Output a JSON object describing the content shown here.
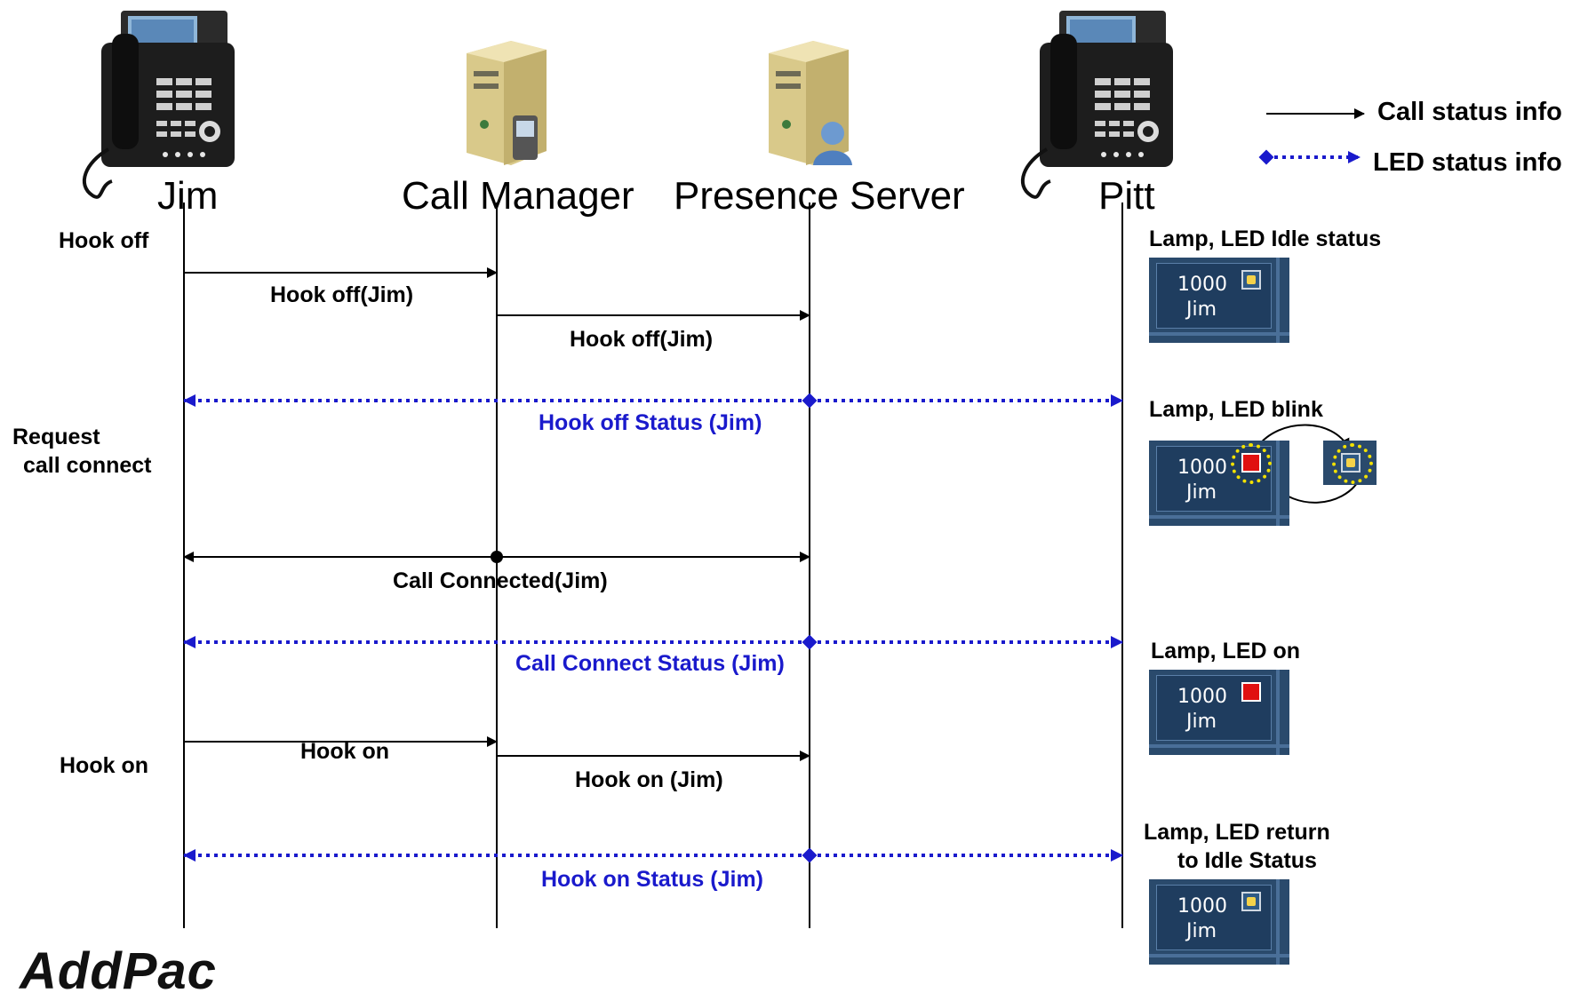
{
  "actors": {
    "jim": "Jim",
    "call_manager": "Call Manager",
    "presence_server": "Presence Server",
    "pitt": "Pitt"
  },
  "legend": {
    "call_status": "Call status info",
    "led_status": "LED status info"
  },
  "side_labels": {
    "hook_off": "Hook off",
    "request_line1": "Request",
    "request_line2": "call connect",
    "hook_on": "Hook on"
  },
  "messages": {
    "m1": "Hook off(Jim)",
    "m2": "Hook off(Jim)",
    "m3": "Hook off Status (Jim)",
    "m4": "Call Connected(Jim)",
    "m5": "Call Connect Status (Jim)",
    "m6": "Hook on",
    "m7": "Hook on (Jim)",
    "m8": "Hook on Status (Jim)"
  },
  "status_titles": {
    "s1": "Lamp, LED Idle status",
    "s2": "Lamp, LED blink",
    "s3": "Lamp, LED on",
    "s4_line1": "Lamp, LED return",
    "s4_line2": "to Idle Status"
  },
  "panel": {
    "number": "1000",
    "name": "Jim"
  },
  "footer": {
    "logo": "AddPac"
  },
  "colors": {
    "call_line": "#000000",
    "led_line": "#1a1acc",
    "panel_bg": "#2a4a6c",
    "led_on": "#e01010",
    "blink_ring": "#f2e100"
  }
}
